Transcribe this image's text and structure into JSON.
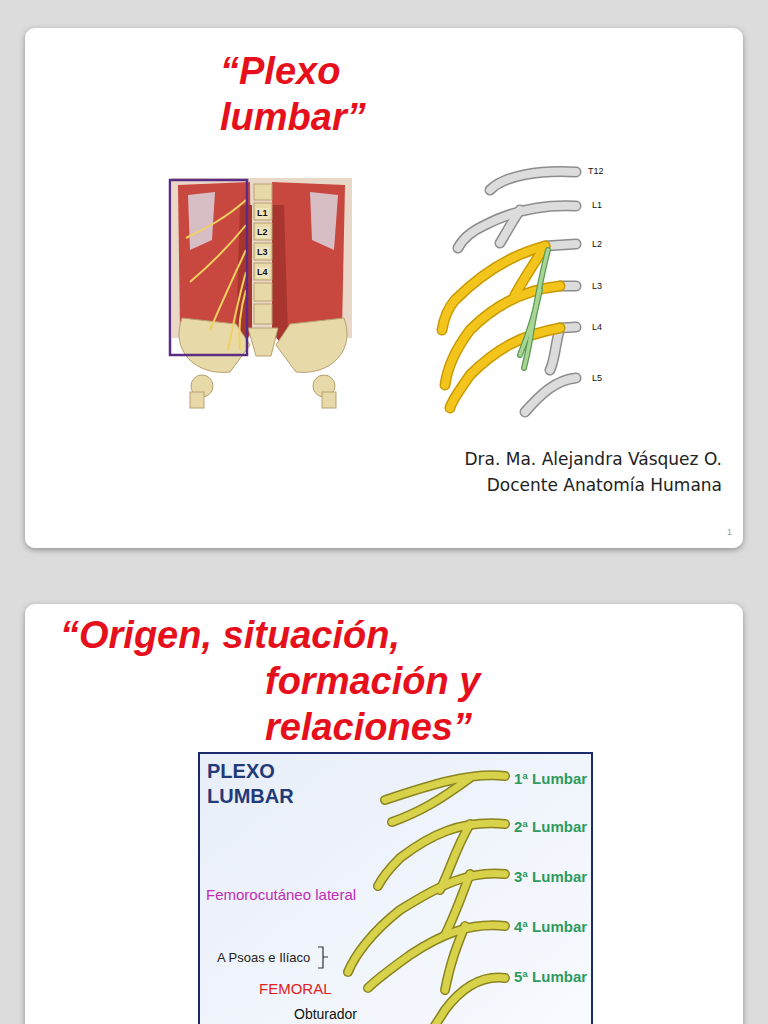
{
  "diagram": {
    "nodes": [
      {
        "text": [
          "“Plexo lumbar”",
          "Dra. Ma. Alejandra Vásquez O.",
          "Docente Anatomía Humana"
        ]
      },
      {
        "text": [
          "“Origen, situación, formación y relaciones”"
        ]
      },
      {
        "text": [
          "PLEXO LUMBAR"
        ],
        "in": 1
      }
    ],
    "labels": [
      "L1",
      "L2",
      "L3",
      "L4",
      "T12",
      "L1",
      "L2",
      "L3",
      "L4",
      "L5",
      "1",
      "1ª Lumbar",
      "2ª Lumbar",
      "3ª Lumbar",
      "4ª Lumbar",
      "5ª Lumbar",
      "Femorocutáneo lateral",
      "A Psoas e Ilíaco",
      "FEMORAL",
      "Obturador"
    ]
  }
}
